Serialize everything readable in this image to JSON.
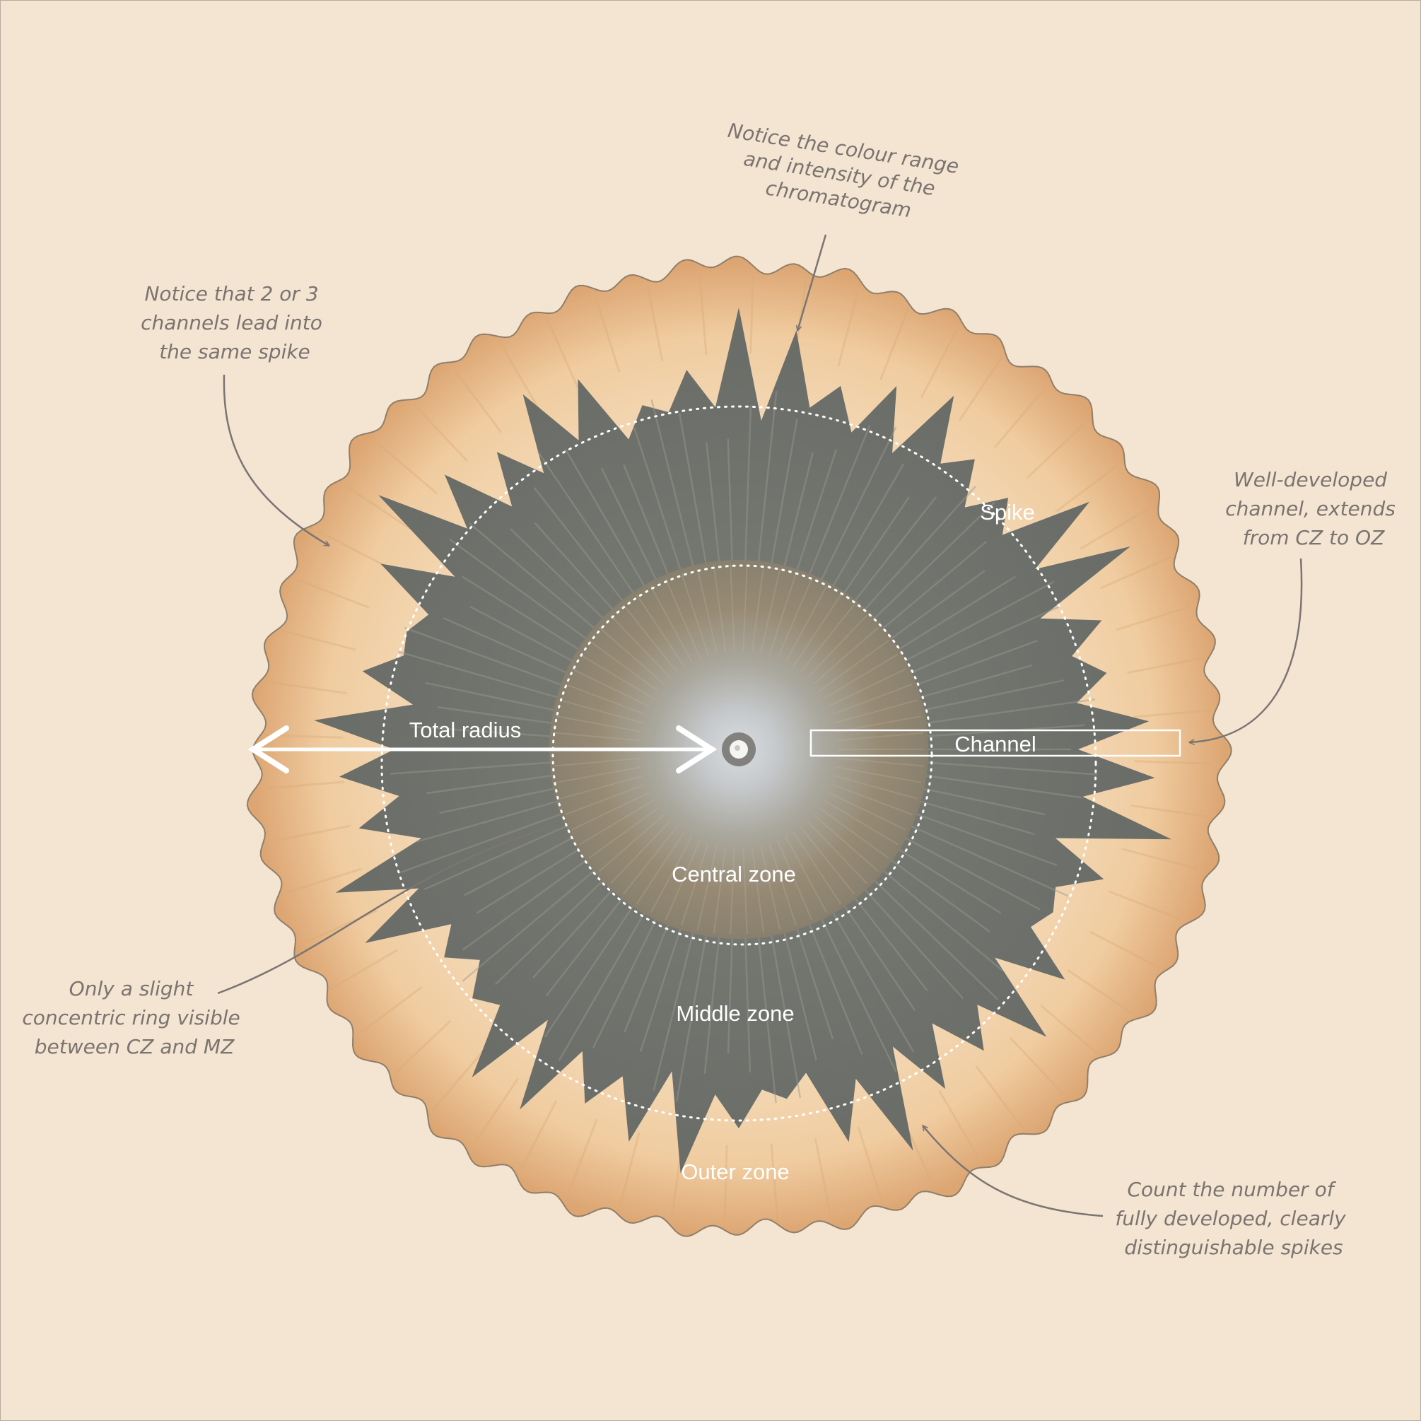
{
  "labels": {
    "spike": "Spike",
    "total_radius": "Total radius",
    "channel": "Channel",
    "central_zone": "Central zone",
    "middle_zone": "Middle zone",
    "outer_zone": "Outer zone"
  },
  "annotations": {
    "colour": [
      "Notice the colour range",
      "and intensity of the",
      "chromatogram"
    ],
    "channels": [
      "Notice that 2 or 3",
      "channels lead into",
      "the same spike"
    ],
    "well_developed": [
      "Well-developed",
      "channel, extends",
      "from CZ to OZ"
    ],
    "ring": [
      "Only a slight",
      "concentric ring visible",
      "between CZ and MZ"
    ],
    "count": [
      "Count the number of",
      "fully developed, clearly",
      "distinguishable spikes"
    ]
  },
  "colors": {
    "background": "#f4e4d2",
    "outer_zone": "#f0c89a",
    "middle_zone": "#6f716b",
    "central_zone": "#a09078",
    "annotation_text": "#7a7470",
    "arrow": "#7a7572"
  }
}
